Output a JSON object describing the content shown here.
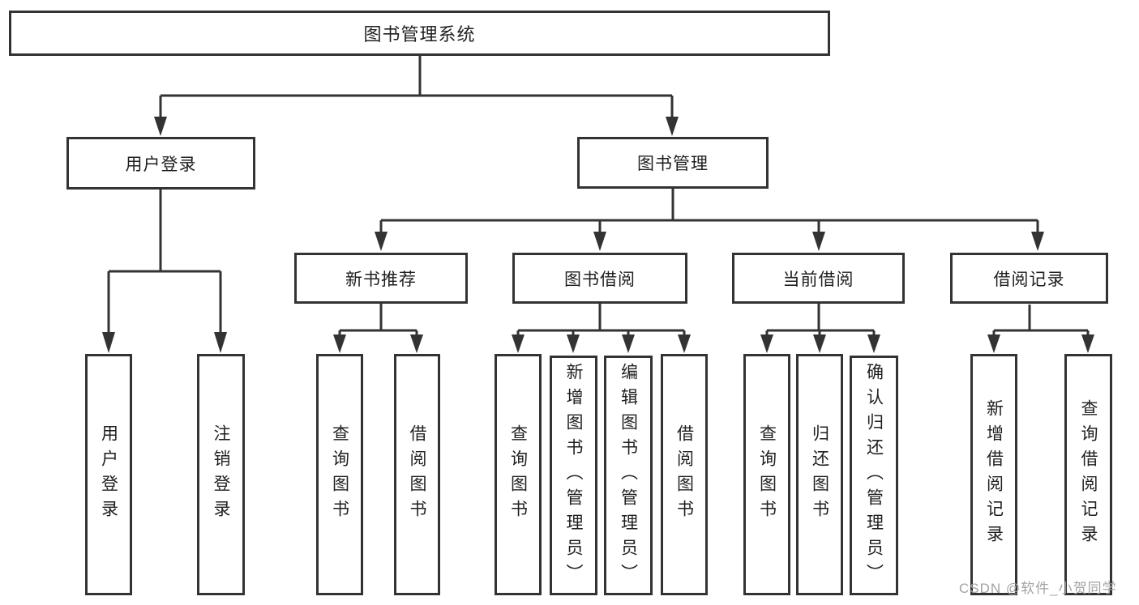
{
  "diagram": {
    "nodes": {
      "root": "图书管理系统",
      "user_login": "用户登录",
      "book_management": "图书管理",
      "new_book_recommend": "新书推荐",
      "book_borrow": "图书借阅",
      "current_borrow": "当前借阅",
      "borrow_records": "借阅记录",
      "leaf_user_login": "用户登录",
      "leaf_logout": "注销登录",
      "leaf_nb_query_books": "查询图书",
      "leaf_nb_borrow_books": "借阅图书",
      "leaf_bb_query_books": "查询图书",
      "leaf_bb_add_books": "新增图书（管理员）",
      "leaf_bb_edit_books": "编辑图书（管理员）",
      "leaf_bb_borrow_books": "借阅图书",
      "leaf_cb_query_books": "查询图书",
      "leaf_cb_return_books": "归还图书",
      "leaf_cb_confirm_return": "确认归还（管理员）",
      "leaf_br_add_record": "新增借阅记录",
      "leaf_br_query_record": "查询借阅记录"
    },
    "colors": {
      "line": "#333333",
      "text": "#1f1f1f",
      "watermark": "#a3a3a3"
    },
    "watermark": "CSDN @软件_小贺同学"
  }
}
